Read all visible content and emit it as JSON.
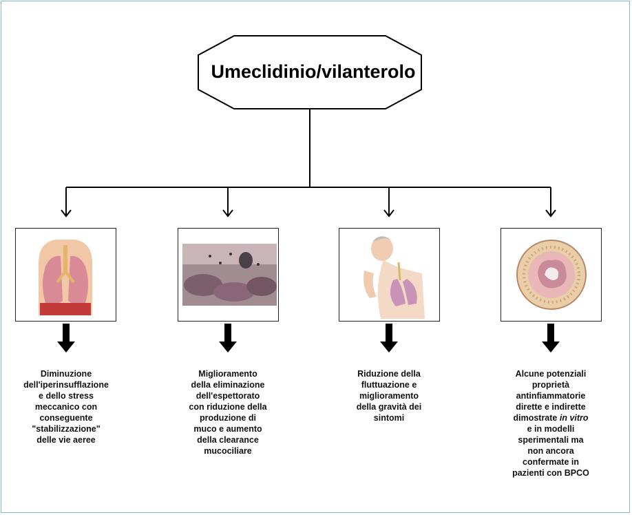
{
  "title": "Umeclidinio/vilanterolo",
  "branches": [
    {
      "image_icon": "lungs-torso-icon",
      "caption_lines": [
        "Diminuzione",
        "dell'iperinsufflazione",
        "e dello stress",
        "meccanico con",
        "conseguente",
        "\"stabilizzazione\"",
        "delle vie aeree"
      ]
    },
    {
      "image_icon": "airway-mucus-icon",
      "caption_lines": [
        "Miglioramento",
        "della eliminazione",
        "dell'espettorato",
        "con riduzione della",
        "produzione di",
        "muco e aumento",
        "della clearance",
        "mucociliare"
      ]
    },
    {
      "image_icon": "coughing-man-icon",
      "caption_lines": [
        "Riduzione della",
        "fluttuazione e",
        "miglioramento",
        "della gravità dei",
        "sintomi"
      ]
    },
    {
      "image_icon": "airway-cross-section-icon",
      "caption_lines": [
        "Alcune potenziali",
        "proprietà",
        "antinfiammatorie",
        "dirette e indirette"
      ],
      "caption_mid_prefix": "dimostrate ",
      "caption_mid_italic": "in vitro",
      "caption_tail_lines": [
        "e in modelli",
        "sperimentali ma",
        "non ancora",
        "confermate in",
        "pazienti con BPCO"
      ]
    }
  ]
}
